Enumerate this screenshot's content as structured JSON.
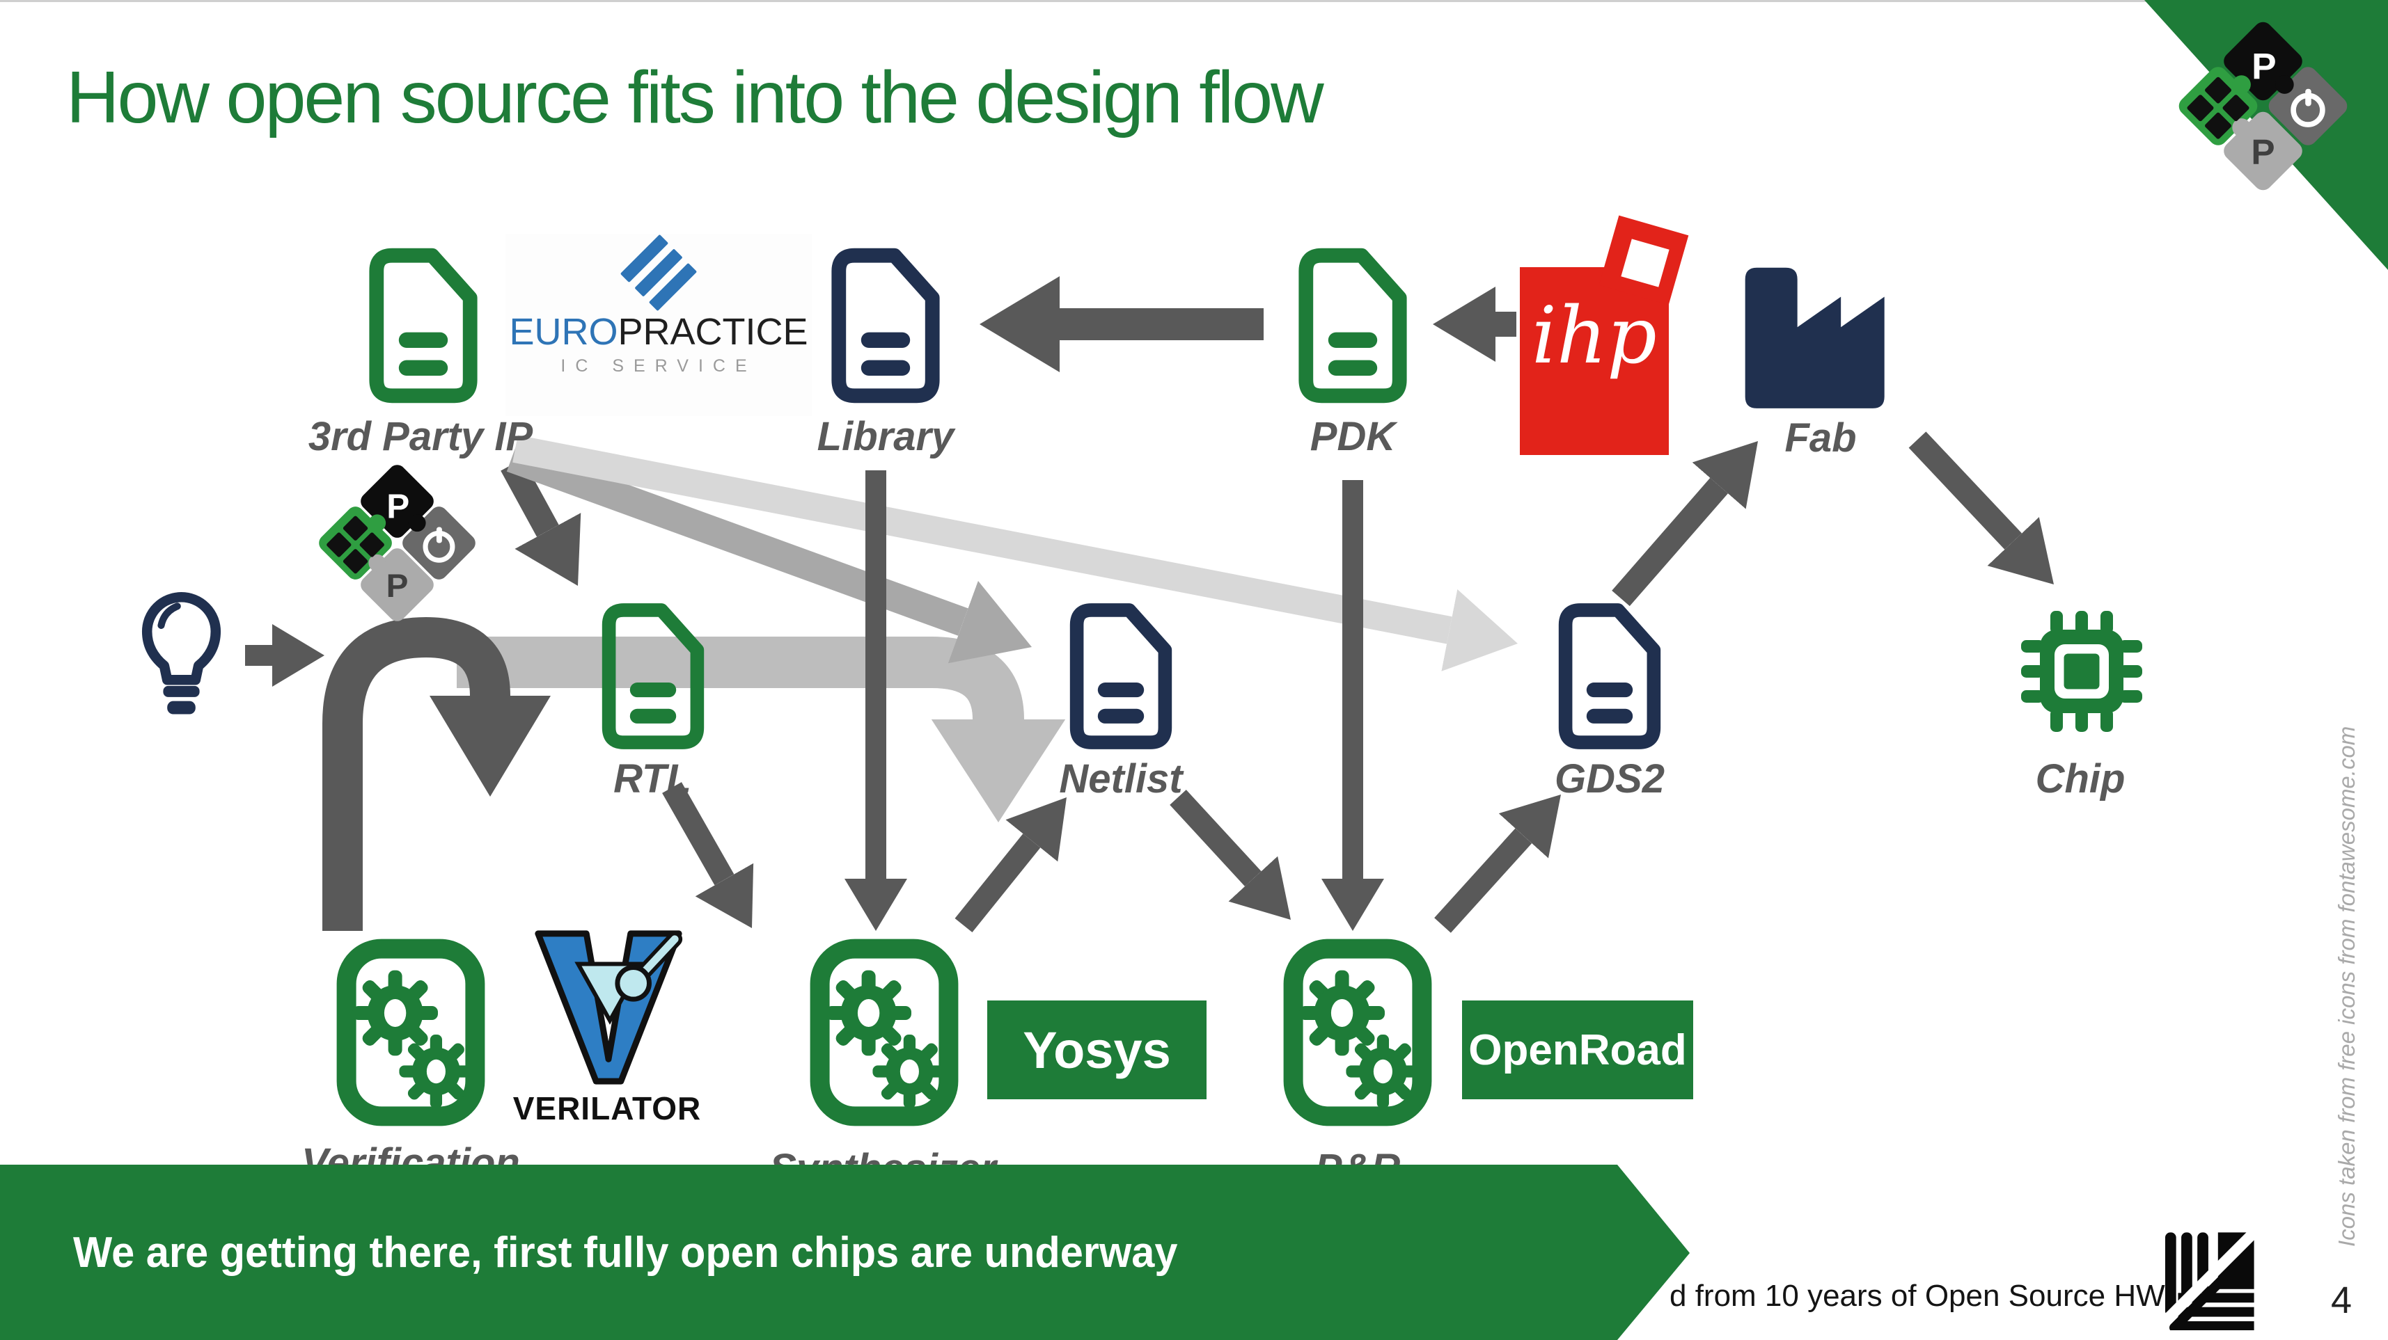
{
  "slide": {
    "title": "How open source fits into the design flow",
    "banner_text": "We are getting there, first fully open chips are underway",
    "footer_note": "d from 10 years of Open Source HW",
    "page_number": "4",
    "credit_vertical": "Icons taken from free icons from fontawesome.com"
  },
  "nodes": {
    "third_party_ip": {
      "label": "3rd Party IP"
    },
    "library": {
      "label": "Library"
    },
    "pdk": {
      "label": "PDK"
    },
    "fab": {
      "label": "Fab"
    },
    "rtl": {
      "label": "RTL"
    },
    "netlist": {
      "label": "Netlist"
    },
    "gds2": {
      "label": "GDS2"
    },
    "chip": {
      "label": "Chip"
    },
    "verification": {
      "label": "Verification"
    },
    "synthesizer": {
      "label": "Synthesizer"
    },
    "pnr": {
      "label": "P&R"
    }
  },
  "badges": {
    "yosys": "Yosys",
    "openroad": "OpenRoad"
  },
  "logos": {
    "europractice": {
      "name_blue": "EURO",
      "name_dark": "PRACTICE",
      "subtitle": "IC SERVICE"
    },
    "ihp": {
      "script": "ihp"
    },
    "verilator": {
      "wordmark": "VERILATOR"
    },
    "puzzle": {
      "p_top": "P",
      "p_bottom": "P"
    }
  },
  "edges": [
    {
      "id": "pdk-to-library",
      "from": "PDK",
      "to": "Library",
      "style": "dark"
    },
    {
      "id": "ihp-to-pdk",
      "from": "ihp",
      "to": "PDK",
      "style": "dark"
    },
    {
      "id": "third-party-ip-to-rtl",
      "from": "3rd Party IP",
      "to": "RTL",
      "style": "dark"
    },
    {
      "id": "third-party-ip-to-netlist",
      "from": "3rd Party IP",
      "to": "Netlist",
      "style": "medium"
    },
    {
      "id": "third-party-ip-to-gds2",
      "from": "3rd Party IP",
      "to": "GDS2",
      "style": "light"
    },
    {
      "id": "library-to-synthesizer",
      "from": "Library",
      "to": "Synthesizer",
      "style": "dark"
    },
    {
      "id": "pdk-to-pnr",
      "from": "PDK",
      "to": "P&R",
      "style": "dark"
    },
    {
      "id": "idea-to-flow",
      "from": "Idea",
      "to": "RTL",
      "style": "dark"
    },
    {
      "id": "rtl-to-synthesizer",
      "from": "RTL",
      "to": "Synthesizer",
      "style": "dark"
    },
    {
      "id": "synthesizer-to-netlist",
      "from": "Synthesizer",
      "to": "Netlist",
      "style": "dark"
    },
    {
      "id": "netlist-to-pnr",
      "from": "Netlist",
      "to": "P&R",
      "style": "dark"
    },
    {
      "id": "pnr-to-gds2",
      "from": "P&R",
      "to": "GDS2",
      "style": "dark"
    },
    {
      "id": "gds2-to-fab",
      "from": "GDS2",
      "to": "Fab",
      "style": "dark"
    },
    {
      "id": "fab-to-chip",
      "from": "Fab",
      "to": "Chip",
      "style": "dark"
    },
    {
      "id": "rtl-to-netlist",
      "from": "RTL",
      "to": "Netlist",
      "style": "band",
      "rendered": "path"
    },
    {
      "id": "verification-feedback",
      "from": "Verification",
      "to": "design loop",
      "style": "dark-thick",
      "rendered": "path"
    }
  ],
  "colors": {
    "green": "#1e7c38",
    "navy": "#20304f",
    "arrow_dark": "#595959",
    "arrow_medium": "#a8a8a8",
    "arrow_light": "#d8d8d8",
    "arrow_band": "#bdbdbd",
    "label_gray": "#595959",
    "ihp_red": "#e2231a",
    "europractice_blue": "#2e74b6",
    "verilator_blue": "#2e7ec4",
    "verilator_light": "#bfe8ee",
    "puzzle_green": "#2f9e41",
    "banner_green": "#1e7c38"
  }
}
